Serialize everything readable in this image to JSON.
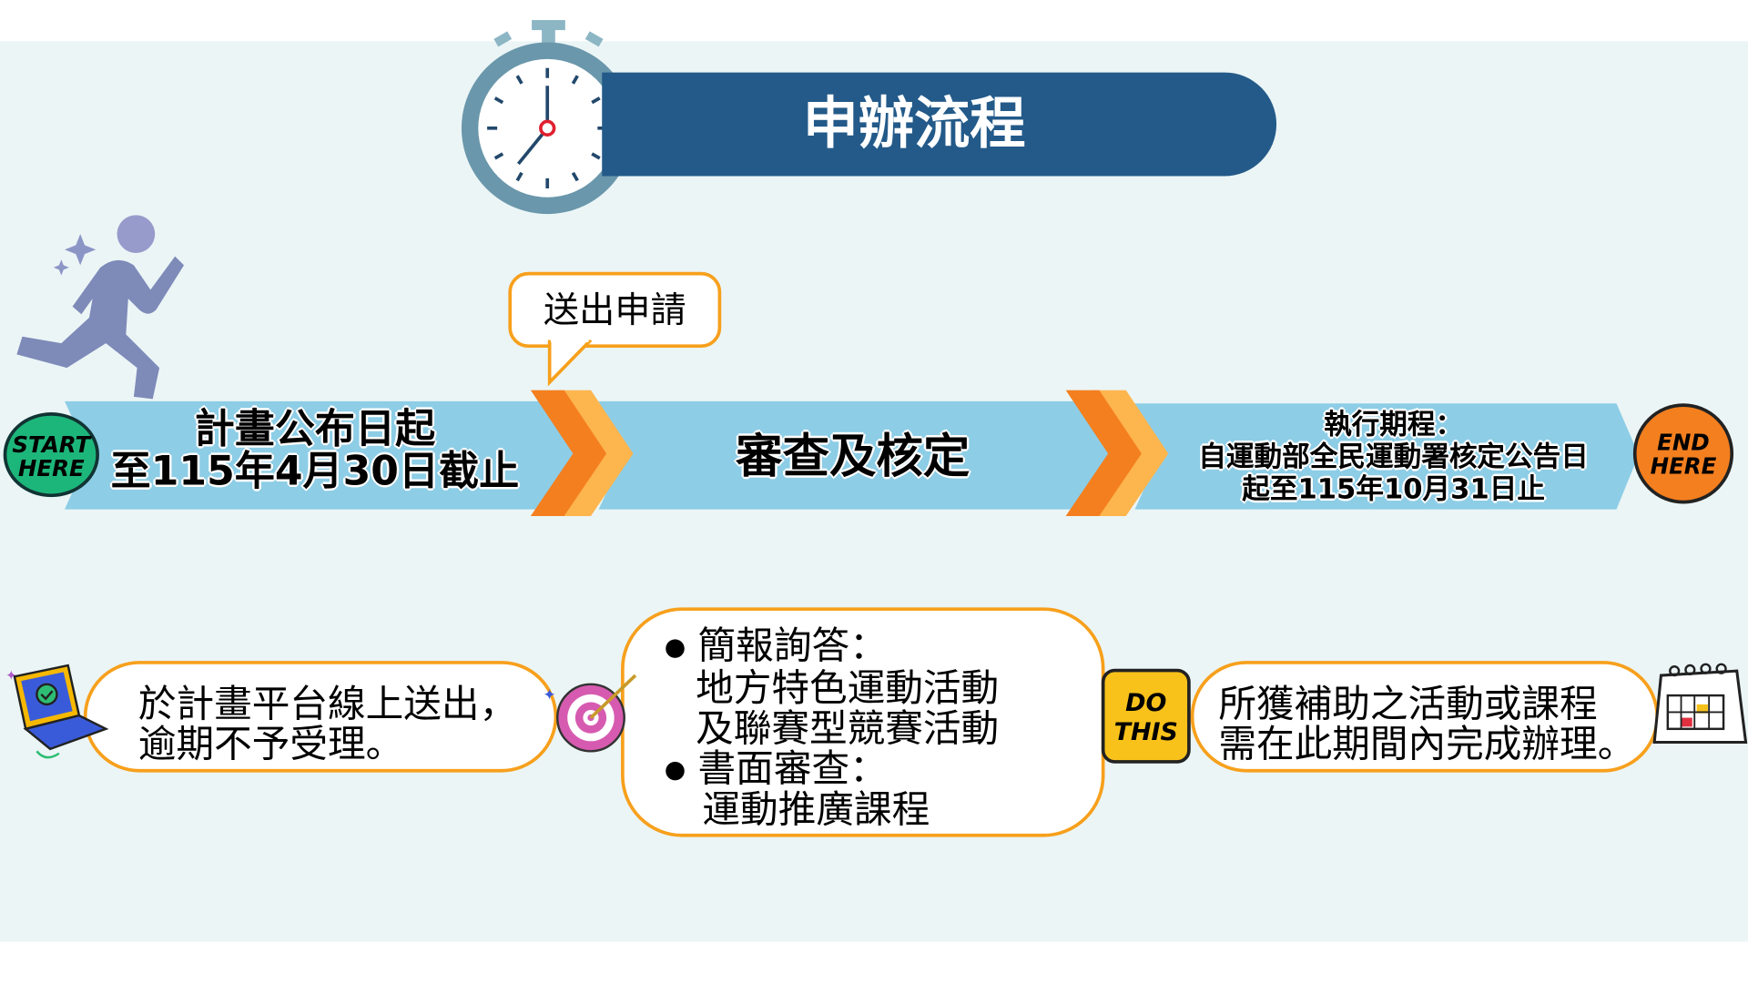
{
  "header": {
    "title": "申辦流程"
  },
  "badges": {
    "start_line1": "START",
    "start_line2": "HERE",
    "end_line1": "END",
    "end_line2": "HERE",
    "do_line1": "DO",
    "do_line2": "THIS"
  },
  "bubble": {
    "label": "送出申請"
  },
  "steps": [
    {
      "lines": [
        "計畫公布日起",
        "至115年4月30日截止"
      ]
    },
    {
      "lines": [
        "審查及核定"
      ]
    },
    {
      "lines": [
        "執行期程：",
        "自運動部全民運動署核定公告日",
        "起至115年10月31日止"
      ]
    }
  ],
  "notes": [
    {
      "lines": [
        "於計畫平台線上送出，",
        "逾期不予受理。"
      ]
    },
    {
      "items": [
        {
          "title": "簡報詢答：",
          "lines": [
            "地方特色運動活動",
            "及聯賽型競賽活動"
          ]
        },
        {
          "title": "書面審查：",
          "lines": [
            "運動推廣課程"
          ]
        }
      ]
    },
    {
      "lines": [
        "所獲補助之活動或課程",
        "需在此期間內完成辦理。"
      ]
    }
  ],
  "colors": {
    "navy": "#235A89",
    "band": "#8DCDE6",
    "orange": "#F47F1F",
    "light_orange": "#FDB54E",
    "border": "#F7A01C",
    "bg": "#EBF5F6"
  }
}
